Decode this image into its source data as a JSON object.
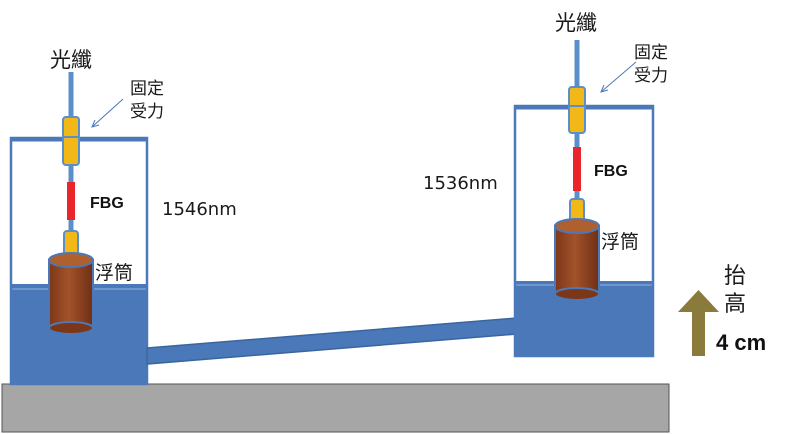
{
  "left": {
    "fiber_label": "光纖",
    "fixed_line1": "固定",
    "fixed_line2": "受力",
    "fbg_label": "FBG",
    "float_label": "浮筒",
    "wavelength": "1546nm"
  },
  "right": {
    "fiber_label": "光纖",
    "fixed_line1": "固定",
    "fixed_line2": "受力",
    "fbg_label": "FBG",
    "float_label": "浮筒",
    "wavelength": "1536nm"
  },
  "lift": {
    "line1": "抬",
    "line2": "高",
    "amount": "4 cm"
  },
  "colors": {
    "water": "#4a78b8",
    "tank_border": "#4a78b8",
    "fiber": "#5b8fc9",
    "connector": "#f2b818",
    "fbg": "#e8262c",
    "float": "#9b4a22",
    "base": "#a6a6a6",
    "arrow": "#8a7a3c"
  }
}
